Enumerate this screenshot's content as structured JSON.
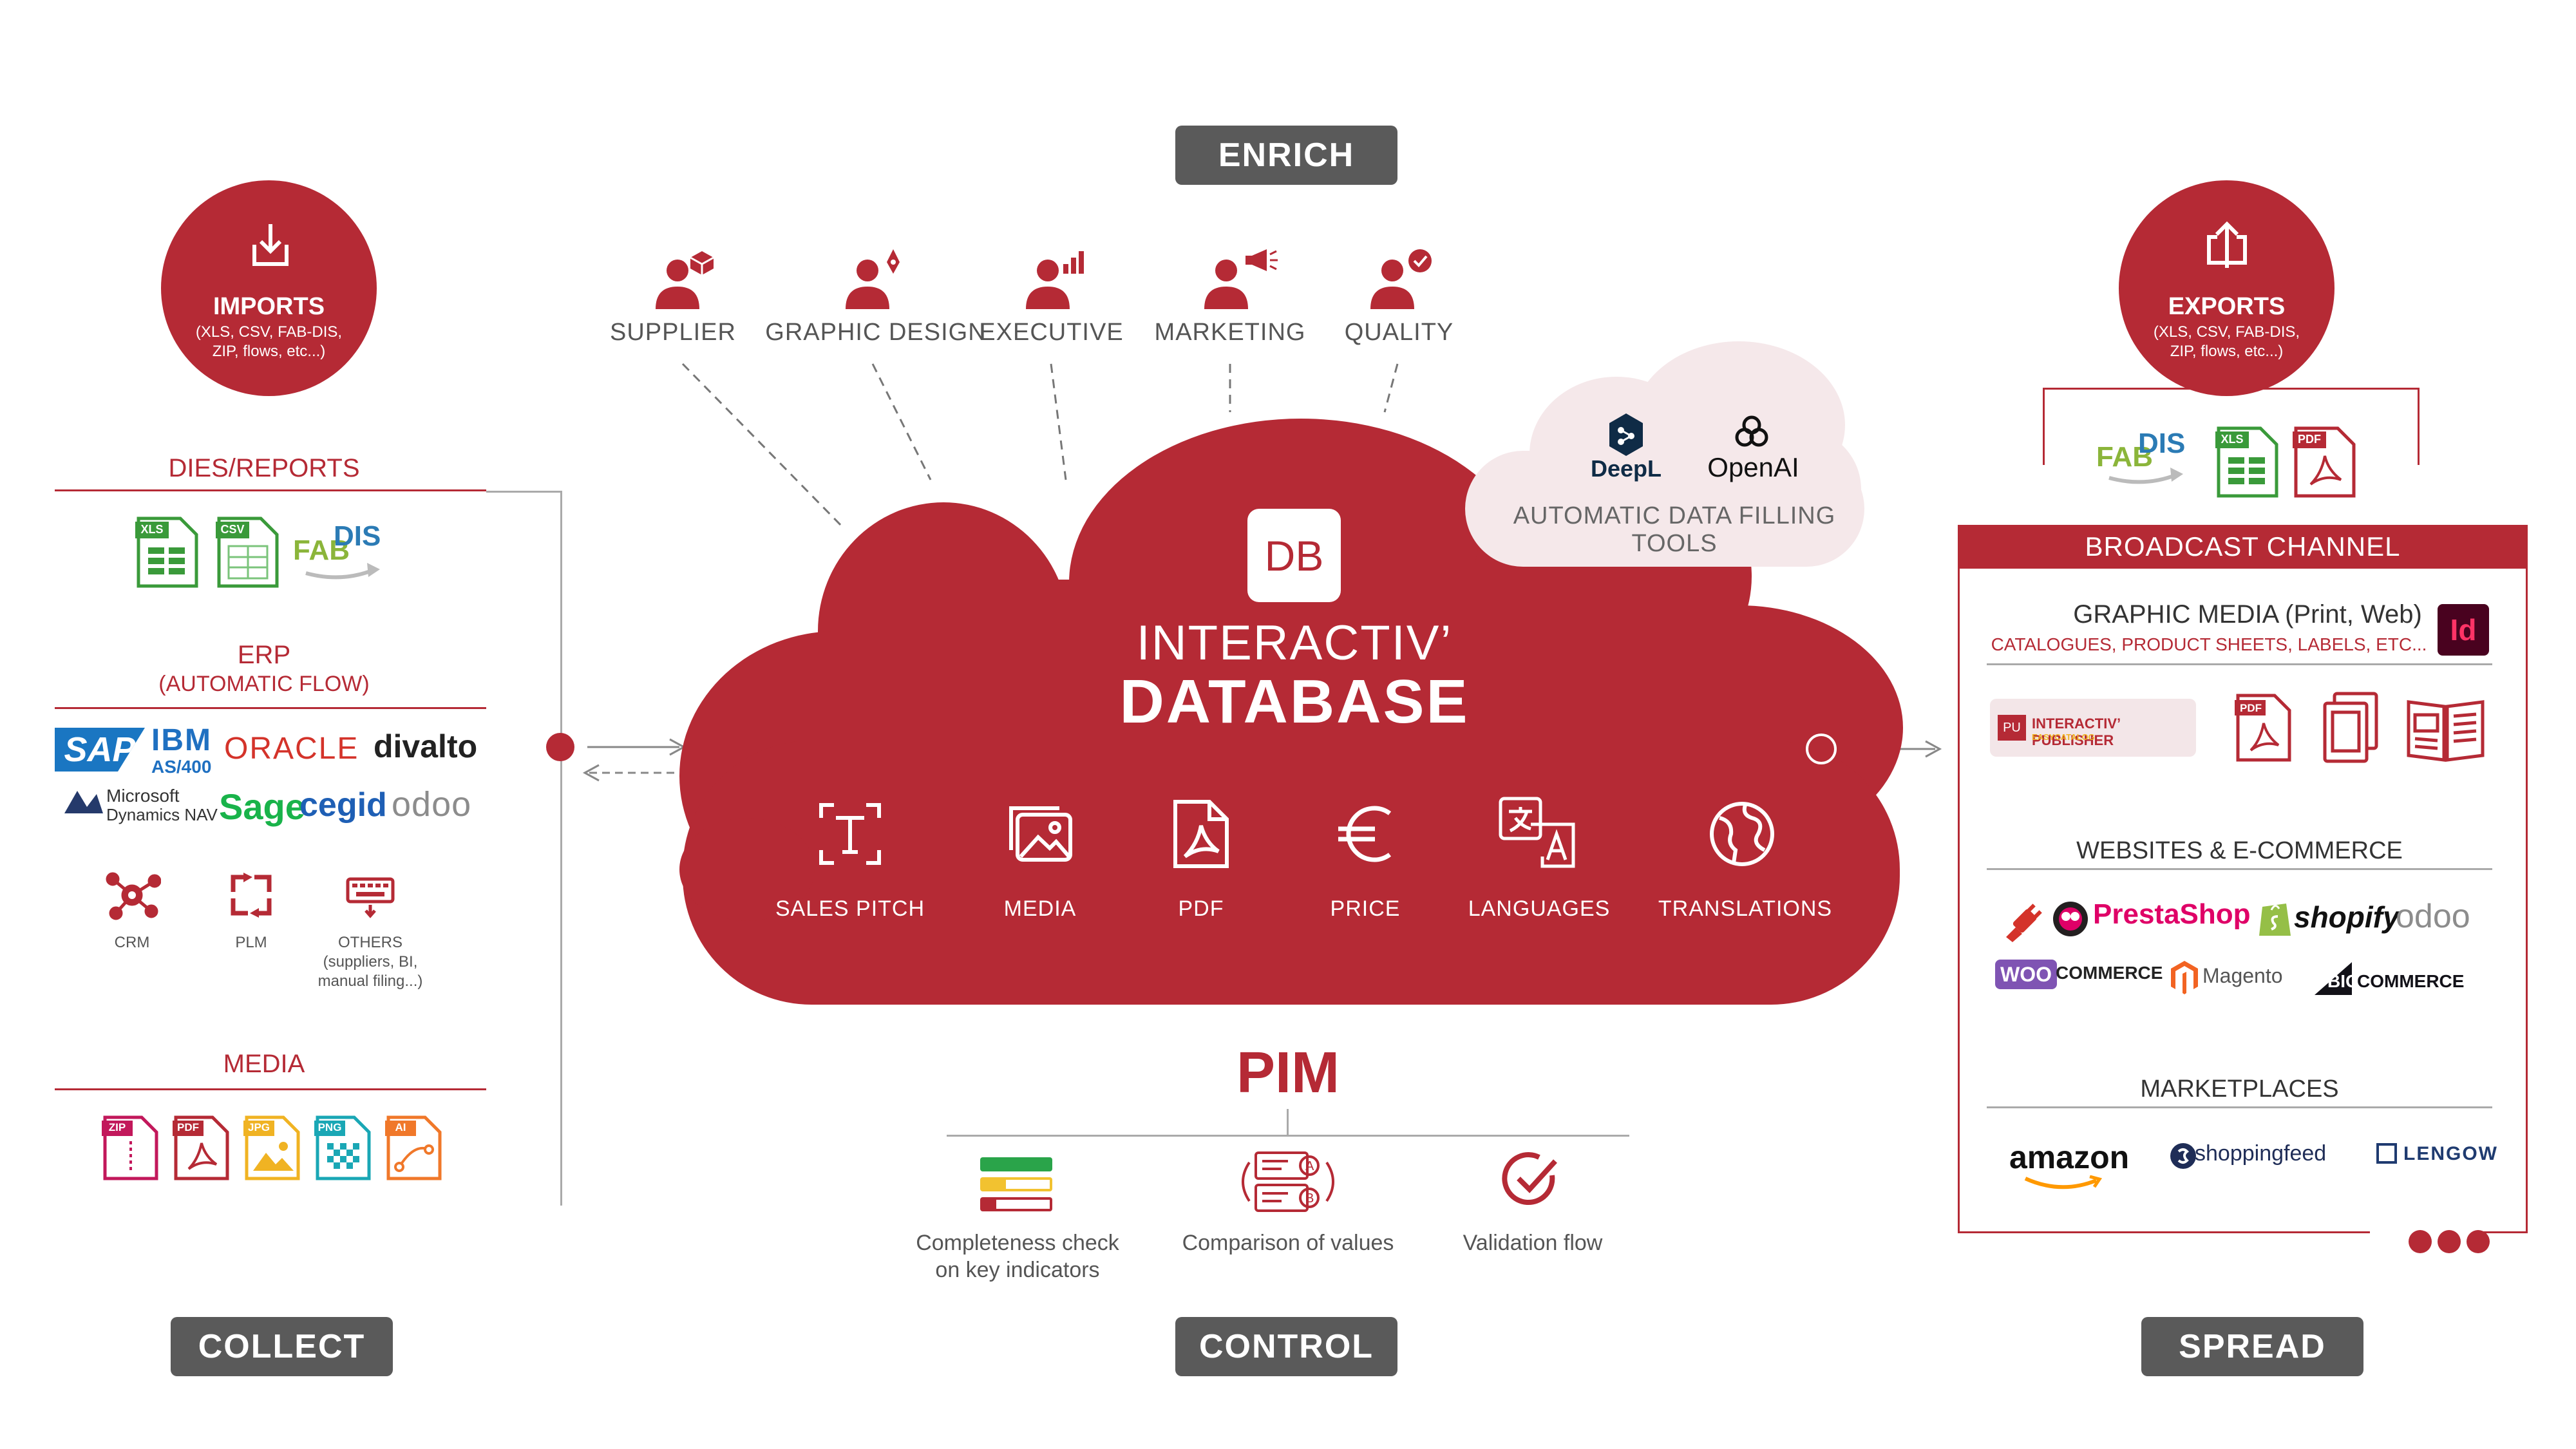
{
  "pills": {
    "enrich": "ENRICH",
    "collect": "COLLECT",
    "control": "CONTROL",
    "spread": "SPREAD"
  },
  "imports": {
    "title": "IMPORTS",
    "subtitle_line1": "(XLS, CSV, FAB-DIS,",
    "subtitle_line2": "ZIP, flows, etc...)"
  },
  "exports": {
    "title": "EXPORTS",
    "subtitle_line1": "(XLS, CSV, FAB-DIS,",
    "subtitle_line2": "ZIP, flows, etc...)"
  },
  "collect": {
    "dies_reports": "DIES/REPORTS",
    "erp": "ERP",
    "erp_sub": "(AUTOMATIC FLOW)",
    "erp_logos": [
      "SAP",
      "IBM",
      "AS/400",
      "ORACLE",
      "divalto",
      "Microsoft",
      "Dynamics NAV",
      "Sage",
      "cegid",
      "odoo"
    ],
    "crm": "CRM",
    "plm": "PLM",
    "others_line1": "OTHERS",
    "others_line2": "(suppliers, BI,",
    "others_line3": "manual filing...)",
    "media": "MEDIA",
    "file_tags": [
      "XLS",
      "CSV",
      "ZIP",
      "PDF",
      "JPG",
      "PNG",
      "AI"
    ],
    "fab": "FAB",
    "dis": "DIS"
  },
  "roles": [
    "SUPPLIER",
    "GRAPHIC DESIGN",
    "EXECUTIVE",
    "MARKETING",
    "QUALITY"
  ],
  "tools": {
    "deepl": "DeepL",
    "openai": "OpenAI",
    "label": "AUTOMATIC DATA FILLING TOOLS"
  },
  "cloud": {
    "badge": "DB",
    "title1": "INTERACTIV’",
    "title2": "DATABASE",
    "items": [
      "SALES PITCH",
      "MEDIA",
      "PDF",
      "PRICE",
      "LANGUAGES",
      "TRANSLATIONS"
    ]
  },
  "pim": {
    "title": "PIM",
    "items": [
      {
        "line1": "Completeness check",
        "line2": "on key indicators"
      },
      {
        "line1": "Comparison of values",
        "line2": ""
      },
      {
        "line1": "Validation flow",
        "line2": ""
      }
    ]
  },
  "broadcast": {
    "header": "BROADCAST CHANNEL",
    "graphic_title": "GRAPHIC MEDIA (Print, Web)",
    "graphic_sub": "CATALOGUES, PRODUCT SHEETS, LABELS, ETC...",
    "indesign": "Id",
    "publisher_line1": "INTERACTIV’ PUBLISHER",
    "publisher_line2": "EASYCATALOG",
    "pu": "PU",
    "web_title": "WEBSITES & E-COMMERCE",
    "web_logos": [
      "PrestaShop",
      "shopify",
      "odoo",
      "WOO",
      "COMMERCE",
      "Magento",
      "BIG",
      "COMMERCE"
    ],
    "market_title": "MARKETPLACES",
    "market_logos": [
      "amazon",
      "shoppingfeed",
      "LENGOW"
    ]
  },
  "colors": {
    "accent": "#b52a35",
    "pill": "#5a5a5a",
    "text": "#555555",
    "cloud_small": "#f5e8ea"
  }
}
